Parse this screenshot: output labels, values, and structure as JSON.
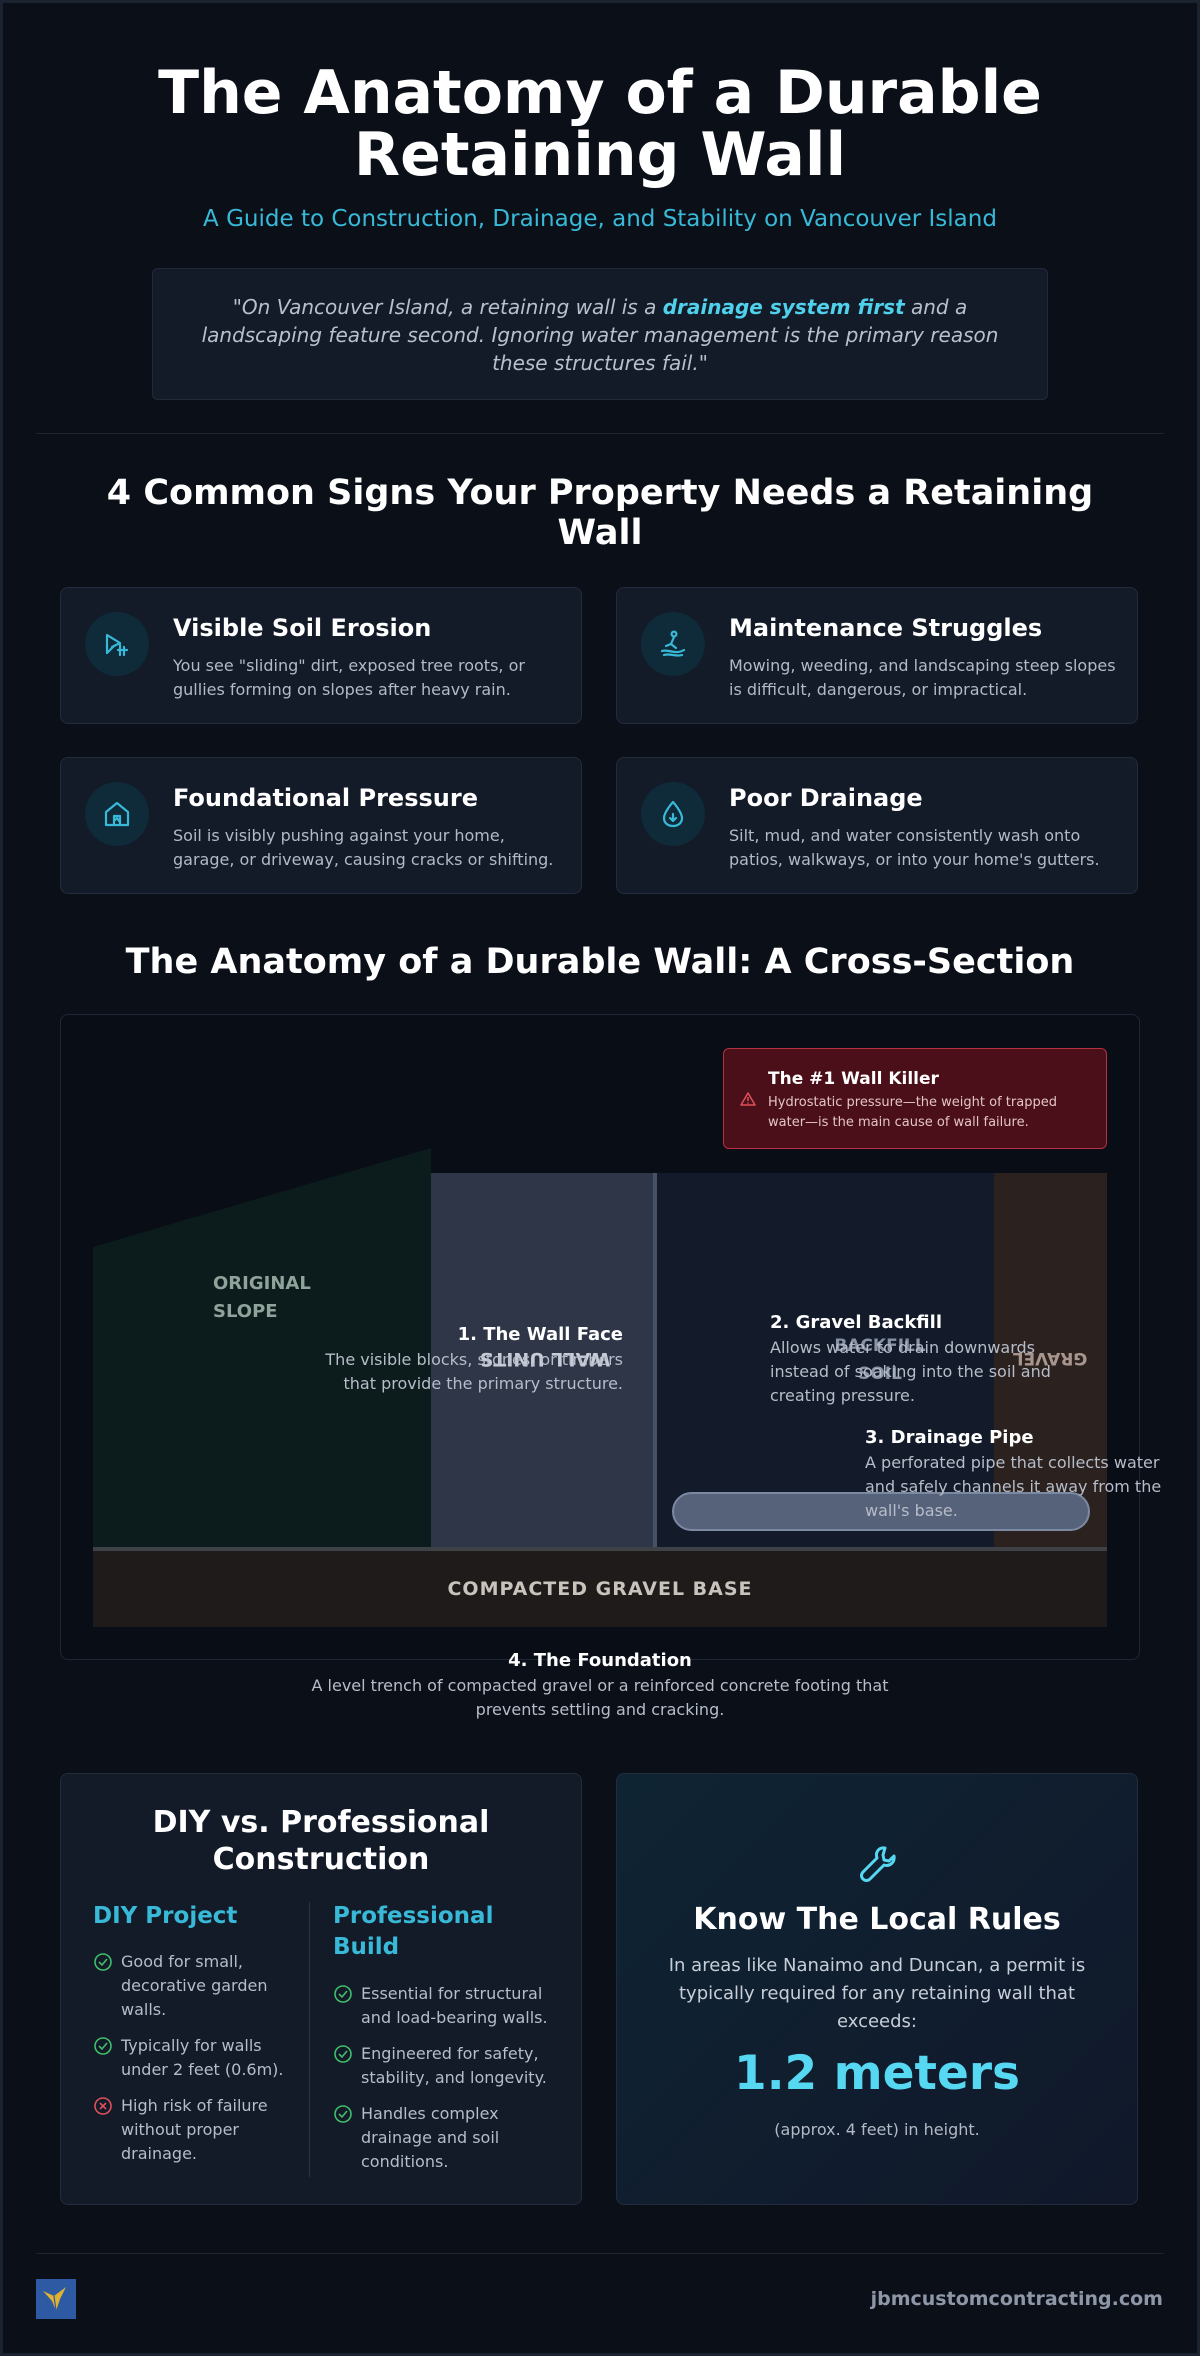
{
  "header": {
    "title_line1": "The Anatomy of a Durable",
    "title_line2": "Retaining Wall",
    "subtitle": "A Guide to Construction, Drainage, and Stability on Vancouver Island",
    "quote_before": "\"On Vancouver Island, a retaining wall is a ",
    "quote_highlight": "drainage system first",
    "quote_after": " and a landscaping feature second. Ignoring water management is the primary reason these structures fail.\""
  },
  "signs": {
    "title": "4 Common Signs Your Property Needs a Retaining Wall",
    "items": [
      {
        "icon": "erosion-icon",
        "title": "Visible Soil Erosion",
        "text": "You see \"sliding\" dirt, exposed tree roots, or gullies forming on slopes after heavy rain."
      },
      {
        "icon": "mowing-icon",
        "title": "Maintenance Struggles",
        "text": "Mowing, weeding, and landscaping steep slopes is difficult, dangerous, or impractical."
      },
      {
        "icon": "house-icon",
        "title": "Foundational Pressure",
        "text": "Soil is visibly pushing against your home, garage, or driveway, causing cracks or shifting."
      },
      {
        "icon": "drop-icon",
        "title": "Poor Drainage",
        "text": "Silt, mud, and water consistently wash onto patios, walkways, or into your home's gutters."
      }
    ]
  },
  "cross_section": {
    "title": "The Anatomy of a Durable Wall: A Cross-Section",
    "killer_title": "The #1 Wall Killer",
    "killer_text": "Hydrostatic pressure—the weight of trapped water—is the main cause of wall failure.",
    "label_slope_1": "ORIGINAL",
    "label_slope_2": "SLOPE",
    "label_wall": "WALL UNITS",
    "label_backfill_1": "BACKFILL",
    "label_backfill_2": "SOIL",
    "label_gravel": "GRAVEL",
    "label_base": "COMPACTED GRAVEL BASE",
    "annotations": [
      {
        "title": "1. The Wall Face",
        "text": "The visible blocks, stones, or timbers that provide the primary structure."
      },
      {
        "title": "2. Gravel Backfill",
        "text": "Allows water to drain downwards instead of soaking into the soil and creating pressure."
      },
      {
        "title": "3. Drainage Pipe",
        "text": "A perforated pipe that collects water and safely channels it away from the wall's base."
      },
      {
        "title": "4. The Foundation",
        "text": "A level trench of compacted gravel or a reinforced concrete footing that prevents settling and cracking."
      }
    ]
  },
  "comparison": {
    "title": "DIY vs. Professional Construction",
    "diy_head": "DIY Project",
    "pro_head": "Professional Build",
    "diy_items": [
      {
        "mark": "check",
        "text": "Good for small, decorative garden walls."
      },
      {
        "mark": "check",
        "text": "Typically for walls under 2 feet (0.6m)."
      },
      {
        "mark": "cross",
        "text": "High risk of failure without proper drainage."
      }
    ],
    "pro_items": [
      {
        "mark": "check",
        "text": "Essential for structural and load-bearing walls."
      },
      {
        "mark": "check",
        "text": "Engineered for safety, stability, and longevity."
      },
      {
        "mark": "check",
        "text": "Handles complex drainage and soil conditions."
      }
    ]
  },
  "rules": {
    "icon": "wrench-icon",
    "title": "Know The Local Rules",
    "text": "In areas like Nanaimo and Duncan, a permit is typically required for any retaining wall that exceeds:",
    "value": "1.2 meters",
    "note": "(approx. 4 feet) in height."
  },
  "footer": {
    "url": "jbmcustomcontracting.com"
  },
  "colors": {
    "accent": "#38b9d8",
    "highlight": "#56d8f2",
    "warning": "#b53040",
    "check": "#3fbf6a",
    "cross": "#e0505a"
  }
}
